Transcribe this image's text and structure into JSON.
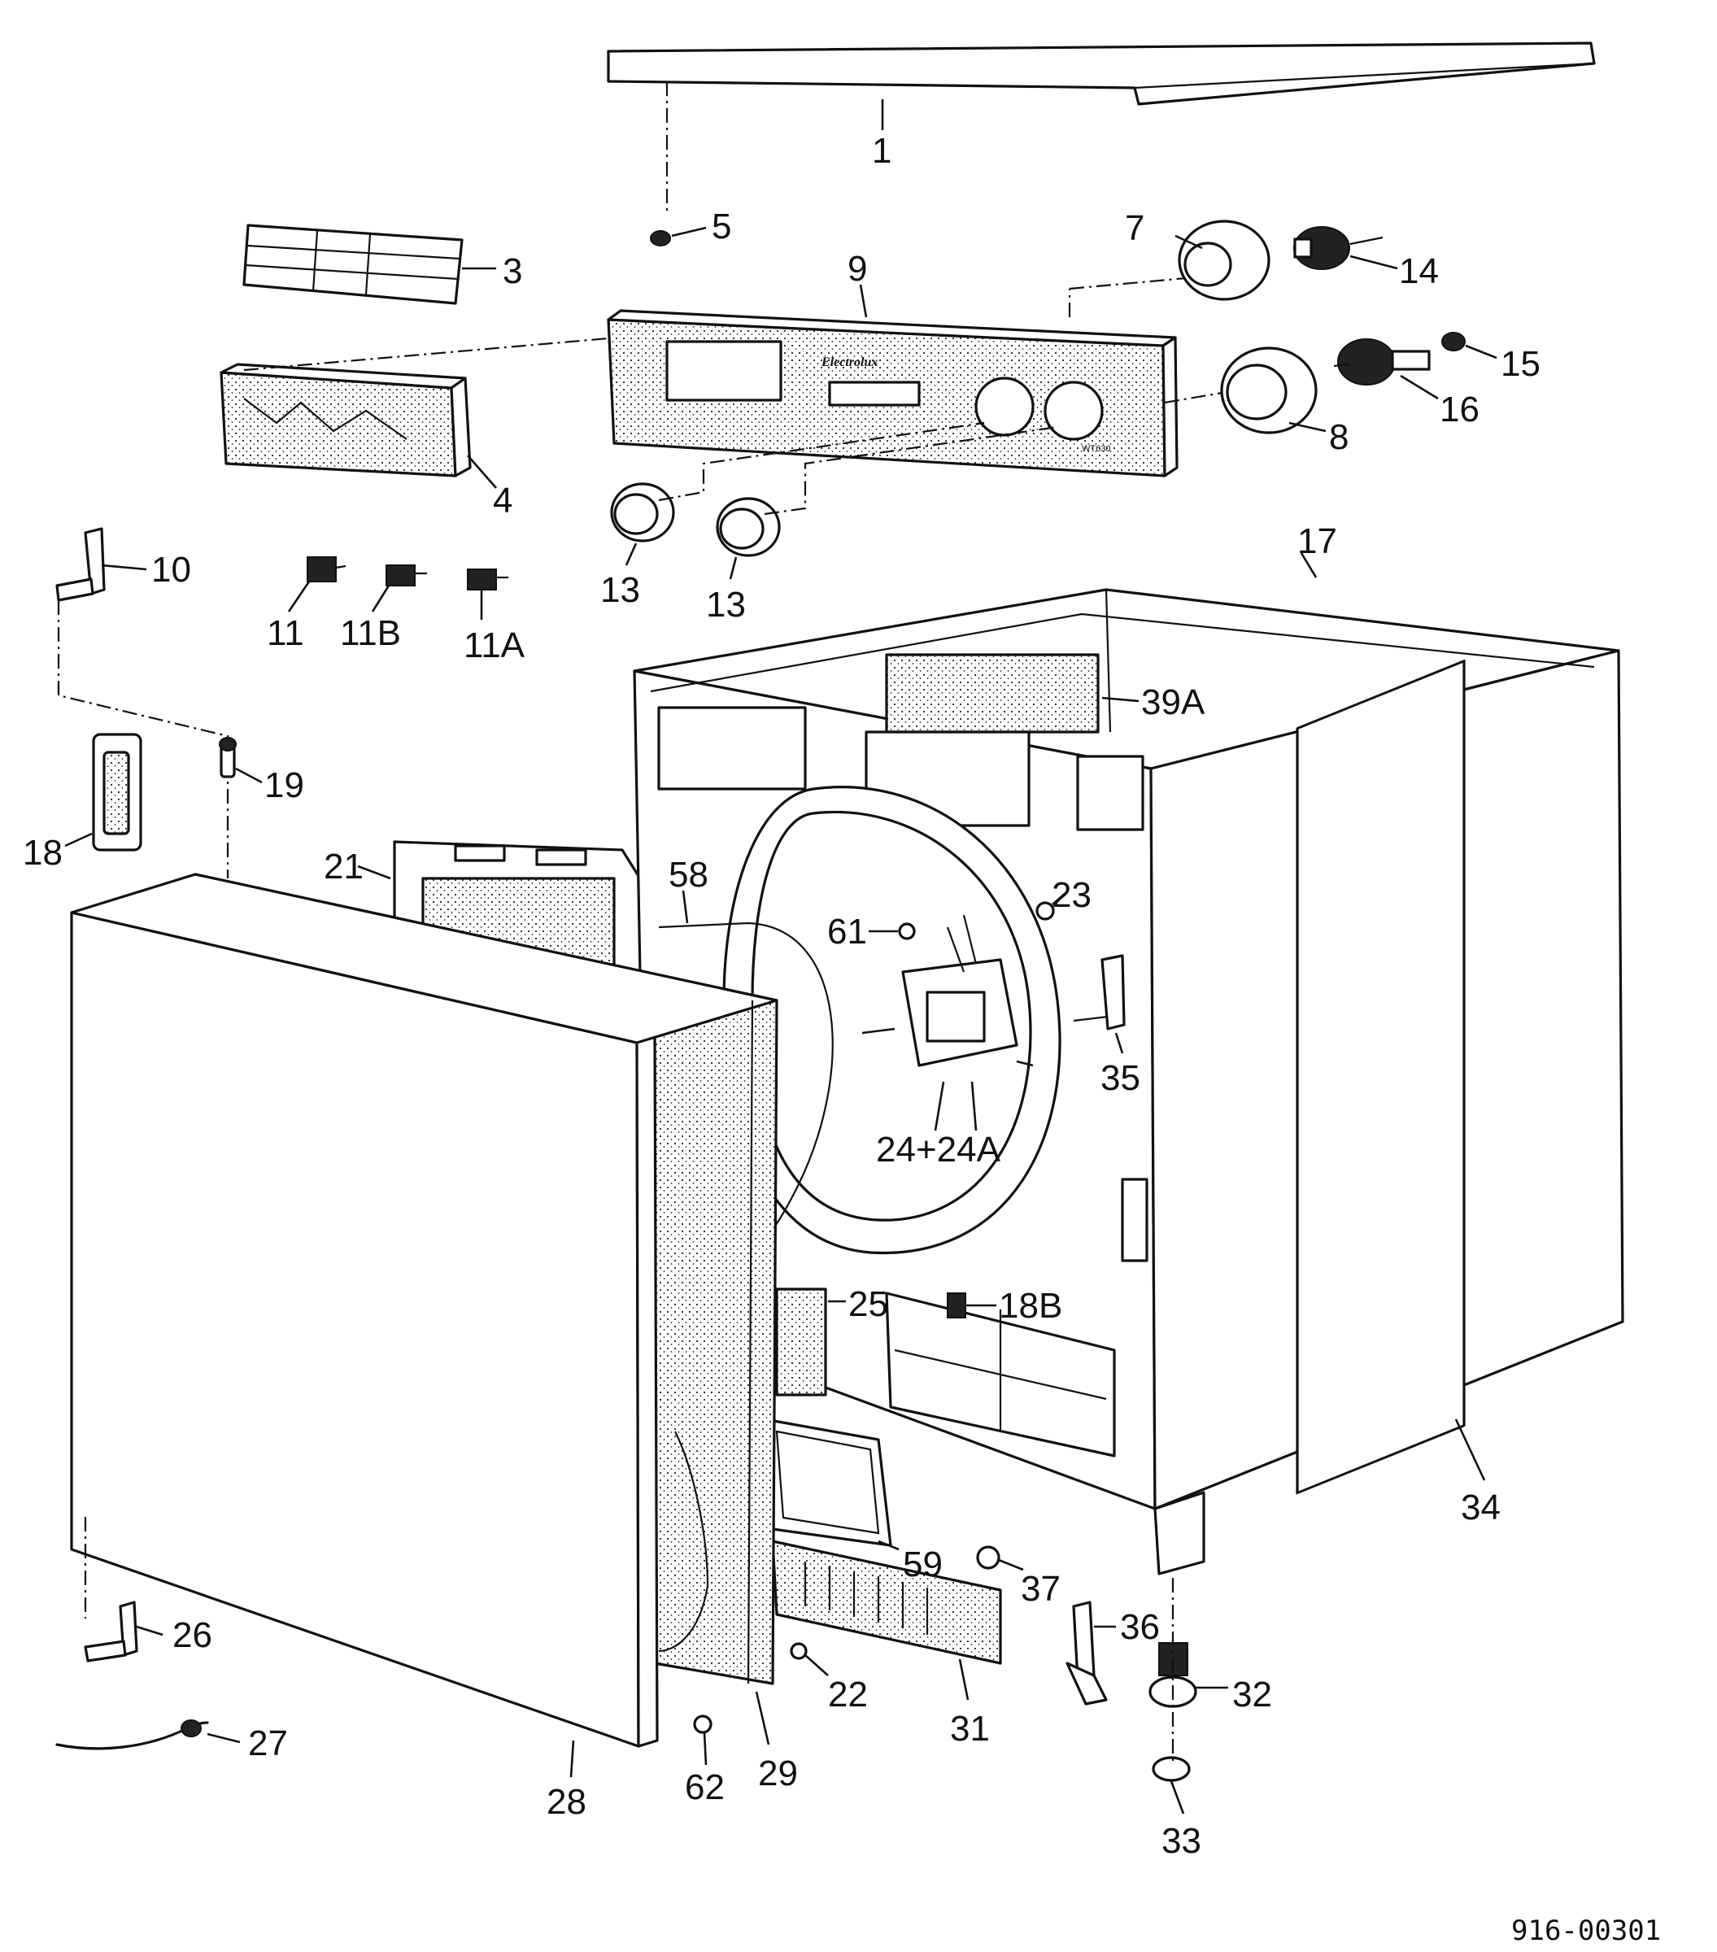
{
  "diagram": {
    "panel_brand": "Electrolux",
    "panel_model": "WT630",
    "drawing_number": "916-00301",
    "callouts": {
      "p1": "1",
      "p3": "3",
      "p4": "4",
      "p5": "5",
      "p7": "7",
      "p8": "8",
      "p9": "9",
      "p10": "10",
      "p11": "11",
      "p11b": "11B",
      "p11a": "11A",
      "p13a": "13",
      "p13b": "13",
      "p14": "14",
      "p15": "15",
      "p16": "16",
      "p17": "17",
      "p18": "18",
      "p18b": "18B",
      "p19": "19",
      "p21": "21",
      "p22": "22",
      "p23": "23",
      "p24": "24+24A",
      "p25": "25",
      "p26": "26",
      "p27": "27",
      "p28": "28",
      "p29": "29",
      "p31": "31",
      "p32": "32",
      "p33": "33",
      "p34": "34",
      "p35": "35",
      "p36": "36",
      "p37": "37",
      "p39a": "39A",
      "p58": "58",
      "p59": "59",
      "p61": "61",
      "p62": "62"
    }
  }
}
